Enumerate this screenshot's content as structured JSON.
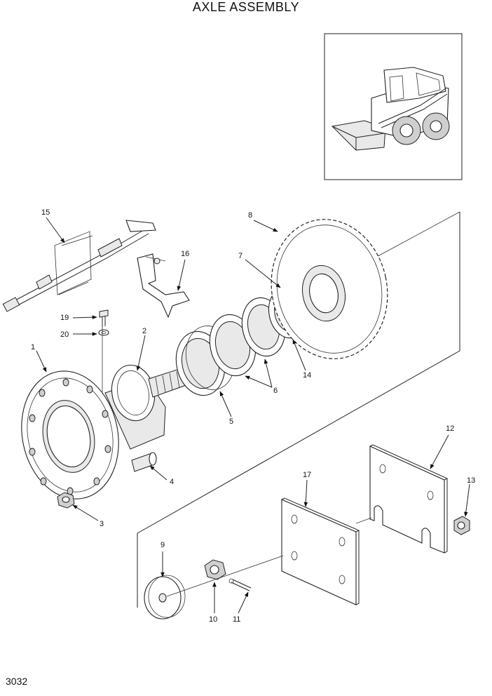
{
  "title": "AXLE ASSEMBLY",
  "page_number": "3032",
  "callouts": [
    {
      "id": "c1",
      "label": "1"
    },
    {
      "id": "c2",
      "label": "2"
    },
    {
      "id": "c3",
      "label": "3"
    },
    {
      "id": "c4",
      "label": "4"
    },
    {
      "id": "c5",
      "label": "5"
    },
    {
      "id": "c6",
      "label": "6"
    },
    {
      "id": "c7",
      "label": "7"
    },
    {
      "id": "c8",
      "label": "8"
    },
    {
      "id": "c9",
      "label": "9"
    },
    {
      "id": "c10",
      "label": "10"
    },
    {
      "id": "c11",
      "label": "11"
    },
    {
      "id": "c12",
      "label": "12"
    },
    {
      "id": "c13",
      "label": "13"
    },
    {
      "id": "c14",
      "label": "14"
    },
    {
      "id": "c15",
      "label": "15"
    },
    {
      "id": "c16",
      "label": "16"
    },
    {
      "id": "c17",
      "label": "17"
    },
    {
      "id": "c19",
      "label": "19"
    },
    {
      "id": "c20",
      "label": "20"
    }
  ]
}
